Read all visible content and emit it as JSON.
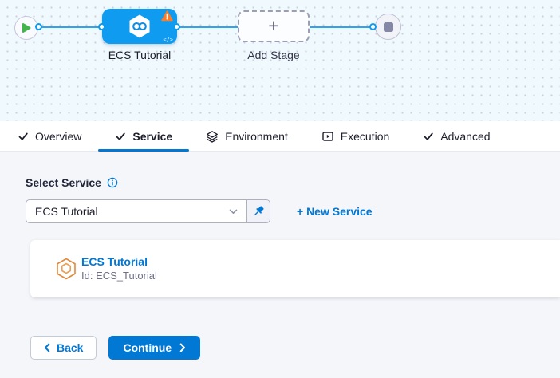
{
  "pipeline_canvas": {
    "stage_node": {
      "label": "ECS Tutorial",
      "icon": "cd-infinity-hexagon-icon",
      "warning_icon": "warning-triangle-icon",
      "code_toggle": "</>"
    },
    "add_stage": {
      "label": "Add Stage",
      "plus_glyph": "+"
    },
    "start_node_icon": "play-icon",
    "end_node_icon": "stop-square-icon"
  },
  "tabs": [
    {
      "label": "Overview",
      "icon": "check-icon",
      "active": false
    },
    {
      "label": "Service",
      "icon": "check-icon",
      "active": true
    },
    {
      "label": "Environment",
      "icon": "layers-icon",
      "active": false
    },
    {
      "label": "Execution",
      "icon": "execution-icon",
      "active": false
    },
    {
      "label": "Advanced",
      "icon": "check-icon",
      "active": false
    }
  ],
  "service_section": {
    "field_label": "Select Service",
    "info_icon": "info-icon",
    "dropdown": {
      "value": "ECS Tutorial",
      "chevron_icon": "chevron-down-icon"
    },
    "pin_icon": "pin-icon",
    "new_service_link": "+ New Service",
    "service_card": {
      "icon": "ecs-hexagon-icon",
      "title": "ECS Tutorial",
      "id_line": "Id: ECS_Tutorial"
    }
  },
  "footer": {
    "back_label": "Back",
    "continue_label": "Continue"
  },
  "colors": {
    "accent_blue": "#0278d5",
    "node_blue": "#0f9cf0",
    "connector_blue": "#29a5f2",
    "warning_orange": "#fb7c28",
    "success_green": "#42b54a",
    "canvas_bg": "#f0f9fd",
    "content_bg": "#f4f6fa"
  }
}
